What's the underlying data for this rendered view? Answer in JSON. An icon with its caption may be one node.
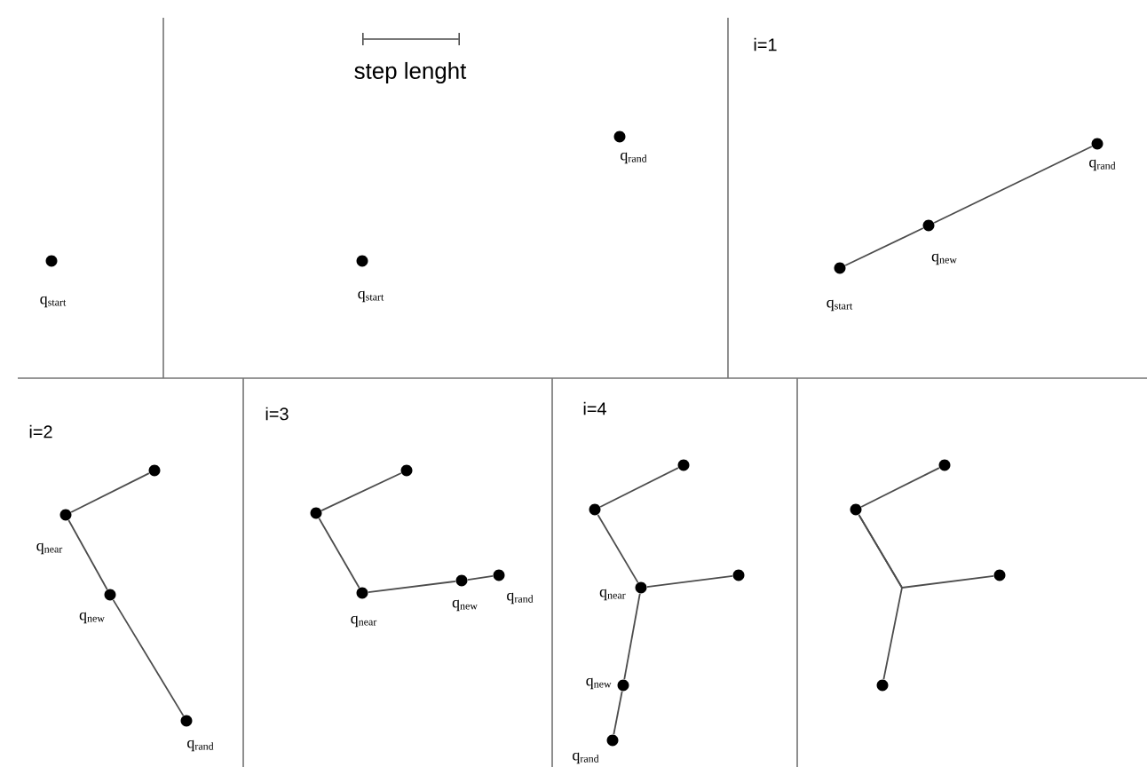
{
  "diagram": {
    "nodes": [
      {
        "text": [],
        "shape": "circle",
        "beside": [
          "q$_{start}$"
        ]
      },
      {
        "text": [],
        "shape": "circle",
        "beside": [
          "q$_{start}$"
        ]
      },
      {
        "text": [],
        "shape": "circle",
        "beside": [
          "q$_{rand}$"
        ]
      },
      {
        "text": [],
        "shape": "circle",
        "beside": [
          "q$_{start}$"
        ]
      },
      {
        "text": [],
        "shape": "circle",
        "beside": [
          "q$_{new}$"
        ]
      },
      {
        "text": [],
        "shape": "circle",
        "beside": [
          "q$_{rand}$"
        ]
      },
      {
        "text": [],
        "shape": "circle"
      },
      {
        "text": [],
        "shape": "circle",
        "beside": [
          "q$_{near}$"
        ]
      },
      {
        "text": [],
        "shape": "circle",
        "beside": [
          "q$_{new}$"
        ]
      },
      {
        "text": [],
        "shape": "circle",
        "beside": [
          "q$_{rand}$"
        ]
      },
      {
        "text": [],
        "shape": "circle"
      },
      {
        "text": [],
        "shape": "circle"
      },
      {
        "text": [],
        "shape": "circle",
        "beside": [
          "q$_{near}$"
        ]
      },
      {
        "text": [],
        "shape": "circle",
        "beside": [
          "q$_{new}$"
        ]
      },
      {
        "text": [],
        "shape": "circle",
        "beside": [
          "q$_{rand}$"
        ]
      },
      {
        "text": [],
        "shape": "circle"
      },
      {
        "text": [],
        "shape": "circle"
      },
      {
        "text": [],
        "shape": "circle",
        "beside": [
          "q$_{near}$"
        ]
      },
      {
        "text": [],
        "shape": "circle"
      },
      {
        "text": [],
        "shape": "circle",
        "beside": [
          "q$_{new}$"
        ]
      },
      {
        "text": [],
        "shape": "circle",
        "beside": [
          "q$_{rand}$"
        ]
      },
      {
        "text": [],
        "shape": "circle"
      },
      {
        "text": [],
        "shape": "circle"
      },
      {
        "text": [],
        "shape": "circle"
      },
      {
        "text": [],
        "shape": "circle"
      }
    ],
    "edges": [
      {
        "from": 3,
        "to": 4,
        "arrow": "none"
      },
      {
        "from": 4,
        "to": 5,
        "arrow": "none"
      },
      {
        "from": 6,
        "to": 7,
        "arrow": "none"
      },
      {
        "from": 7,
        "to": 8,
        "arrow": "none"
      },
      {
        "from": 8,
        "to": 9,
        "arrow": "none"
      },
      {
        "from": 10,
        "to": 11,
        "arrow": "none"
      },
      {
        "from": 11,
        "to": 12,
        "arrow": "none"
      },
      {
        "from": 12,
        "to": 13,
        "arrow": "none"
      },
      {
        "from": 13,
        "to": 14,
        "arrow": "none"
      },
      {
        "from": 15,
        "to": 16,
        "arrow": "none"
      },
      {
        "from": 16,
        "to": 17,
        "arrow": "none"
      },
      {
        "from": 17,
        "to": 18,
        "arrow": "none"
      },
      {
        "from": 17,
        "to": 19,
        "arrow": "none"
      },
      {
        "from": 19,
        "to": 20,
        "arrow": "none"
      },
      {
        "from": 21,
        "to": 22,
        "arrow": "none"
      },
      {
        "from": 22,
        "to": 23,
        "arrow": "none"
      },
      {
        "from": 22,
        "to": 24,
        "arrow": "none"
      }
    ],
    "labels": [
      "step lenght",
      "i=1",
      "i=2",
      "i=3",
      "i=4"
    ]
  }
}
